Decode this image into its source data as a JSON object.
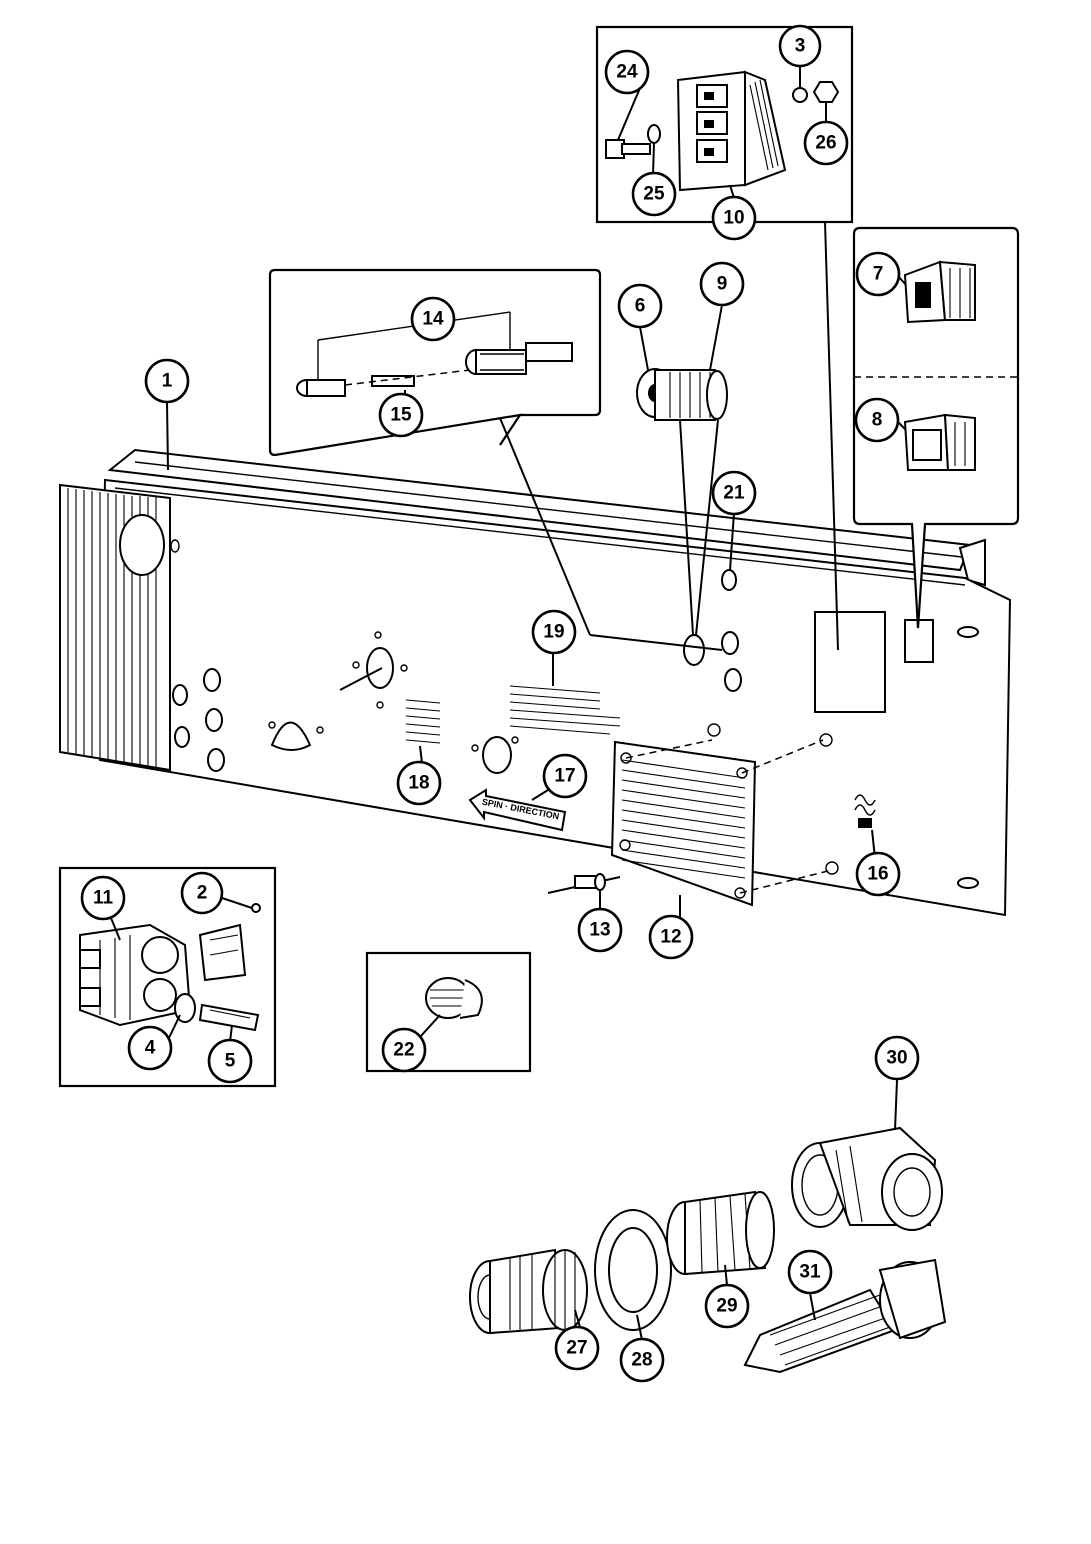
{
  "panel": {
    "spin_direction_label": "SPIN · DIRECTION"
  },
  "callouts": {
    "c1": "1",
    "c2": "2",
    "c3": "3",
    "c4": "4",
    "c5": "5",
    "c6": "6",
    "c7": "7",
    "c8": "8",
    "c9": "9",
    "c10": "10",
    "c11": "11",
    "c12": "12",
    "c13": "13",
    "c14": "14",
    "c15": "15",
    "c16": "16",
    "c17": "17",
    "c18": "18",
    "c19": "19",
    "c21": "21",
    "c22": "22",
    "c24": "24",
    "c25": "25",
    "c26": "26",
    "c27": "27",
    "c28": "28",
    "c29": "29",
    "c30": "30",
    "c31": "31"
  }
}
